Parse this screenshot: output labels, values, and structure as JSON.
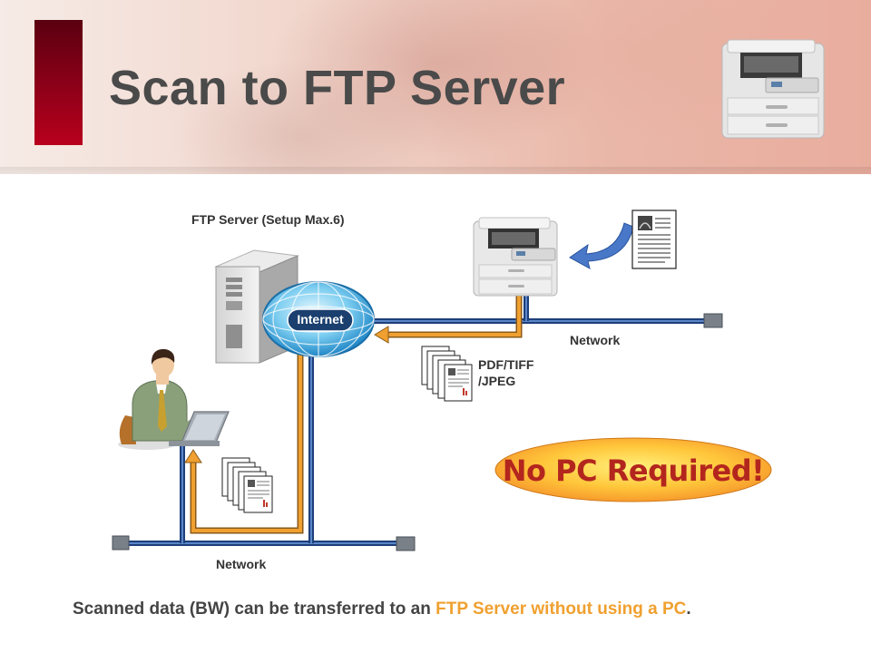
{
  "slide": {
    "title": "Scan to FTP Server"
  },
  "diagram": {
    "ftp_server_label": "FTP Server (Setup Max.6)",
    "internet_label": "Internet",
    "network_label_right": "Network",
    "network_label_bottom": "Network",
    "file_formats_line1": "PDF/TIFF",
    "file_formats_line2": "/JPEG",
    "callout": "No PC Required!"
  },
  "caption": {
    "part1": "Scanned data (BW) can be transferred to an ",
    "highlight": "FTP Server without using a PC",
    "part2": "."
  },
  "colors": {
    "accent": "#8a0018",
    "network_line": "#2a4f8f",
    "transfer_path": "#f0a030",
    "highlight_text": "#f0a030",
    "callout_fill": "#ffb030"
  }
}
